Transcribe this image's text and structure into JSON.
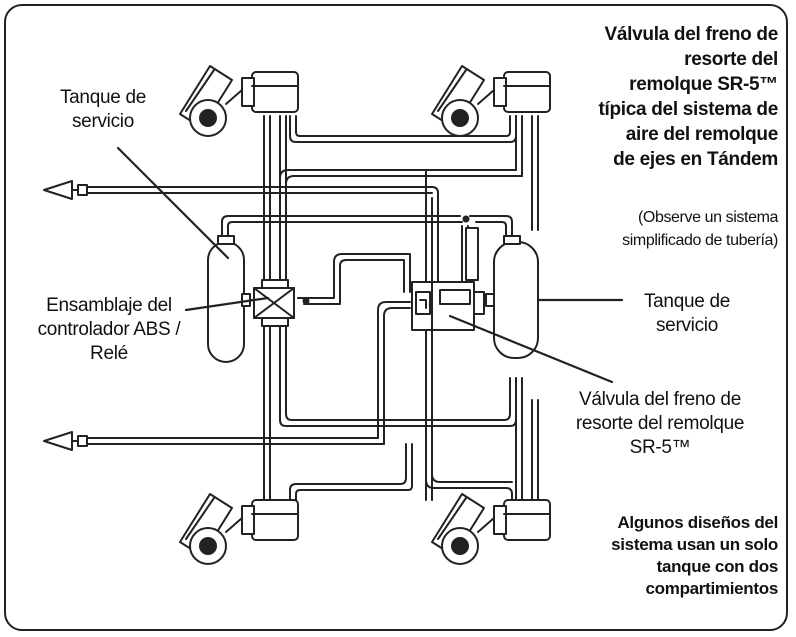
{
  "title": {
    "lines": [
      "Válvula del freno de",
      "resorte del",
      "remolque  SR-5™",
      "típica del sistema de",
      "aire del remolque",
      "de ejes en Tándem"
    ]
  },
  "note": {
    "lines": [
      "(Observe un sistema",
      "simplificado de tubería)"
    ]
  },
  "labels": {
    "service_tank_left": [
      "Tanque de",
      "servicio"
    ],
    "abs_assembly": [
      "Ensamblaje del",
      "controlador ABS /",
      "Relé"
    ],
    "service_tank_right": [
      "Tanque de",
      "servicio"
    ],
    "sr5_valve": [
      "Válvula del freno de",
      "resorte del remolque",
      "SR-5™"
    ]
  },
  "footnote": {
    "lines": [
      "Algunos diseños del",
      "sistema usan un solo",
      "tanque con dos",
      "compartimientos"
    ]
  },
  "colors": {
    "line": "#222222",
    "background": "#ffffff"
  }
}
